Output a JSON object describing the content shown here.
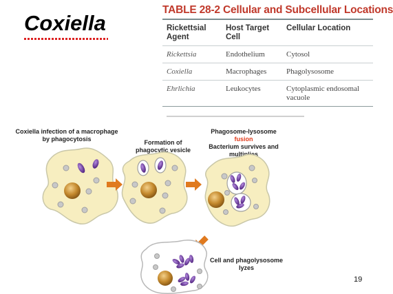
{
  "slide": {
    "title": "Coxiella",
    "page_number": "19"
  },
  "table": {
    "title": "TABLE 28-2  Cellular and Subcellular Locations",
    "headers": [
      "Rickettsial Agent",
      "Host Target Cell",
      "Cellular Location"
    ],
    "rows": [
      [
        "Rickettsia",
        "Endothelium",
        "Cytosol"
      ],
      [
        "Coxiella",
        "Macrophages",
        "Phagolysosome"
      ],
      [
        "Ehrlichia",
        "Leukocytes",
        "Cytoplasmic endosomal vacuole"
      ]
    ]
  },
  "diagram": {
    "step1": "Coxiella infection of a macrophage by phagocytosis",
    "step2": "Formation of phagocytic vesicle",
    "step3_prefix": "Phagosome-lysosome ",
    "step3_fusion": "fusion",
    "step3_rest": "Bacterium survives and multiplies",
    "step4": "Cell and phagolysosome lyzes"
  },
  "colors": {
    "cell_fill": "#f7eec0",
    "cell_stroke": "#c9c7a8",
    "nucleus": "#c4892d",
    "bacterium": "#6a2fa0",
    "lysosome": "#c8c8c8",
    "arrow": "#e07a1f",
    "table_title": "#c0392b",
    "fusion_text": "#e03a1a"
  }
}
